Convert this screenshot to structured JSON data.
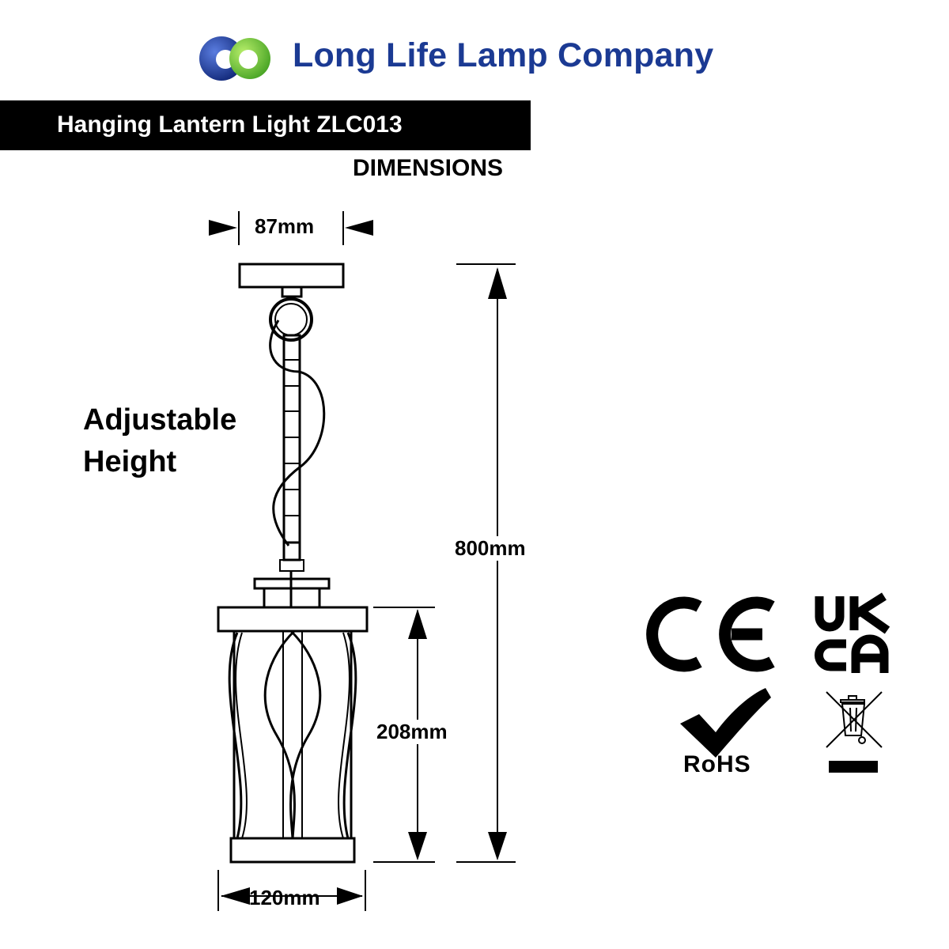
{
  "brand": {
    "company_name": "Long Life Lamp Company",
    "logo": "two-interlocking-circles-logo",
    "colors": {
      "blue": "#1b3a93",
      "green": "#6dc43d",
      "black": "#000000"
    }
  },
  "header": {
    "title": "Hanging Lantern Light ZLC013",
    "subtitle": "DIMENSIONS"
  },
  "dimensions": {
    "top_width": "87mm",
    "overall_height": "800mm",
    "body_height": "208mm",
    "bottom_width": "120mm"
  },
  "note": {
    "line1": "Adjustable",
    "line2": "Height"
  },
  "certifications": {
    "marks": [
      "ce-mark-icon",
      "ukca-mark-icon",
      "rohs-checkmark-icon",
      "weee-crossed-bin-icon"
    ],
    "rohs_label": "RoHS"
  }
}
